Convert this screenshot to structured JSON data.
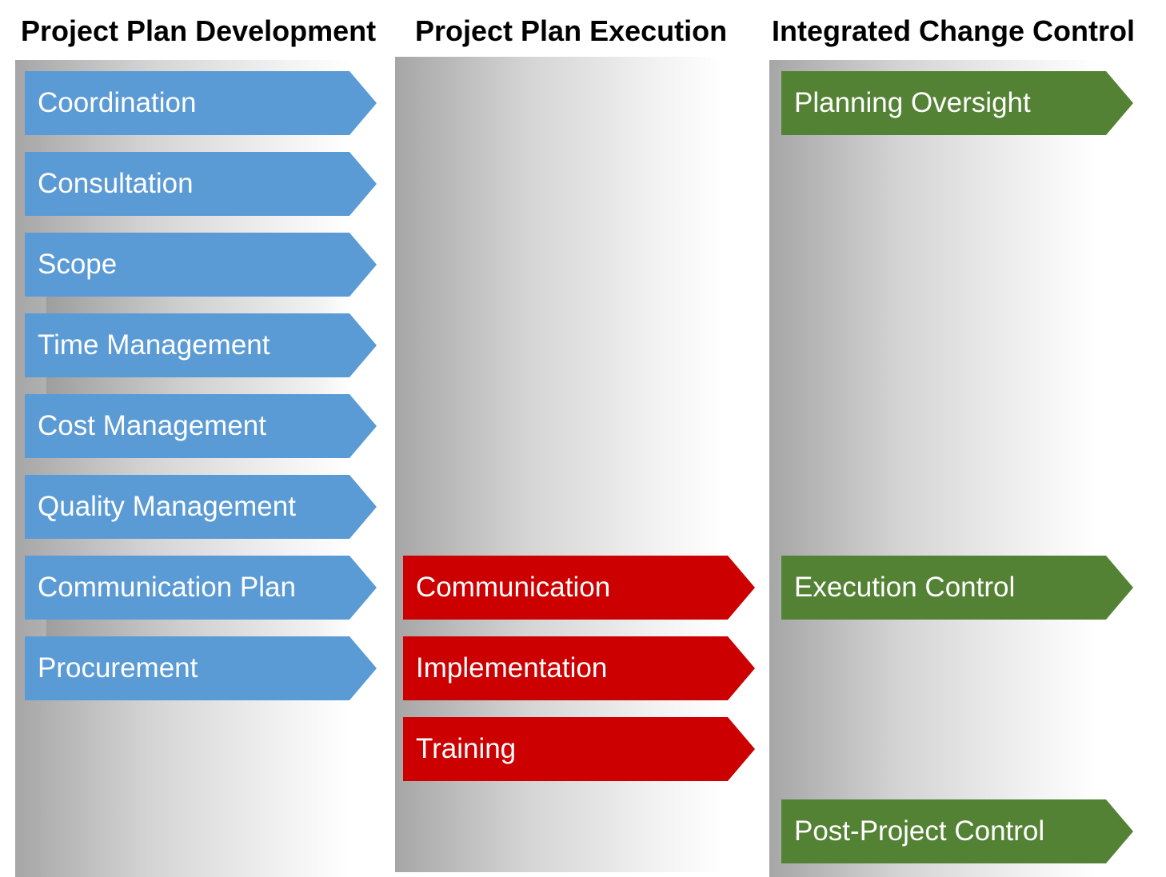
{
  "columns": [
    {
      "title": "Project Plan Development",
      "items": [
        "Coordination",
        "Consultation",
        "Scope",
        "Time Management",
        "Cost Management",
        "Quality Management",
        "Communication Plan",
        "Procurement"
      ]
    },
    {
      "title": "Project Plan Execution",
      "items": [
        "Communication",
        "Implementation",
        "Training"
      ]
    },
    {
      "title": "Integrated Change Control",
      "items": [
        "Planning Oversight",
        "Execution Control",
        "Post-Project Control"
      ]
    }
  ],
  "colors": {
    "development": "#5b9bd5",
    "execution": "#cc0000",
    "change_control": "#548235"
  }
}
